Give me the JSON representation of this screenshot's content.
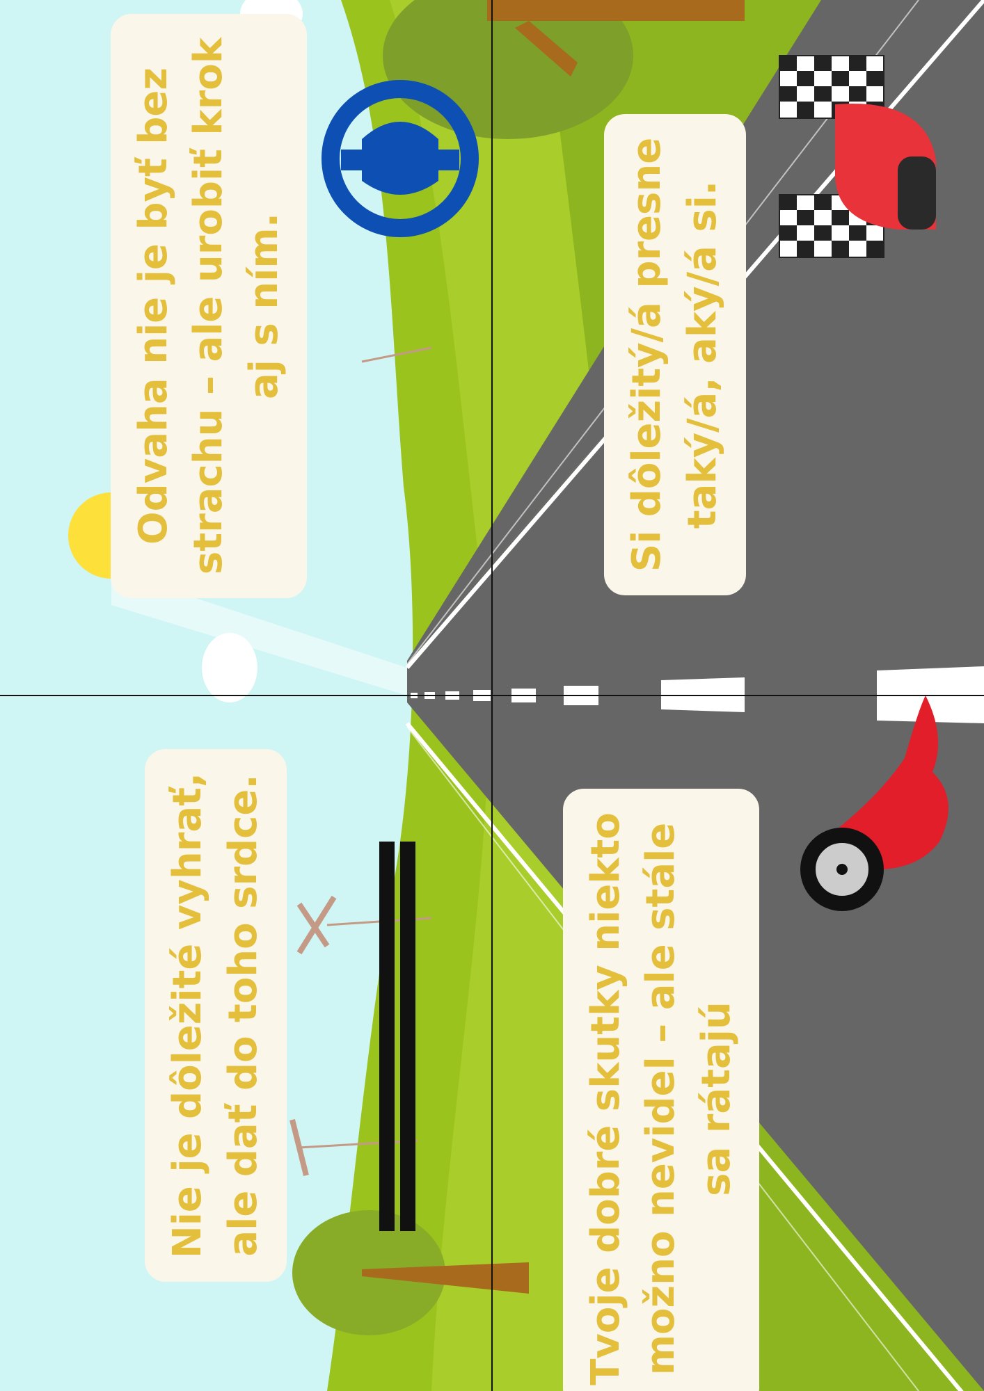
{
  "cards": {
    "top_left": {
      "lines": [
        "Odvaha nie je byť bez",
        "strachu – ale urobiť krok",
        "aj s ním."
      ]
    },
    "bottom_left": {
      "lines": [
        "Nie je dôležité vyhrať,",
        "ale dať do toho srdce."
      ]
    },
    "top_right": {
      "lines": [
        "Si dôležitý/á presne",
        "taký/á, aký/á si."
      ]
    },
    "bottom_right": {
      "lines": [
        "Tvoje dobré skutky niekto",
        "možno nevidel – ale stále",
        "sa rátajú"
      ]
    }
  },
  "colors": {
    "sky": "#cff5f5",
    "grass": "#9bc31e",
    "road": "#666666",
    "text": "#e4bf3c",
    "bubble": "#fbf6ea",
    "steering_wheel": "#0d4fb3",
    "helmet": "#e8333a",
    "sun": "#fde03a"
  },
  "icons": [
    "sun-icon",
    "steering-wheel-icon",
    "helmet-icon",
    "checkered-flag-icon",
    "tire-track-icon",
    "flaming-wheel-icon",
    "tree-icon",
    "windmill-icon"
  ]
}
